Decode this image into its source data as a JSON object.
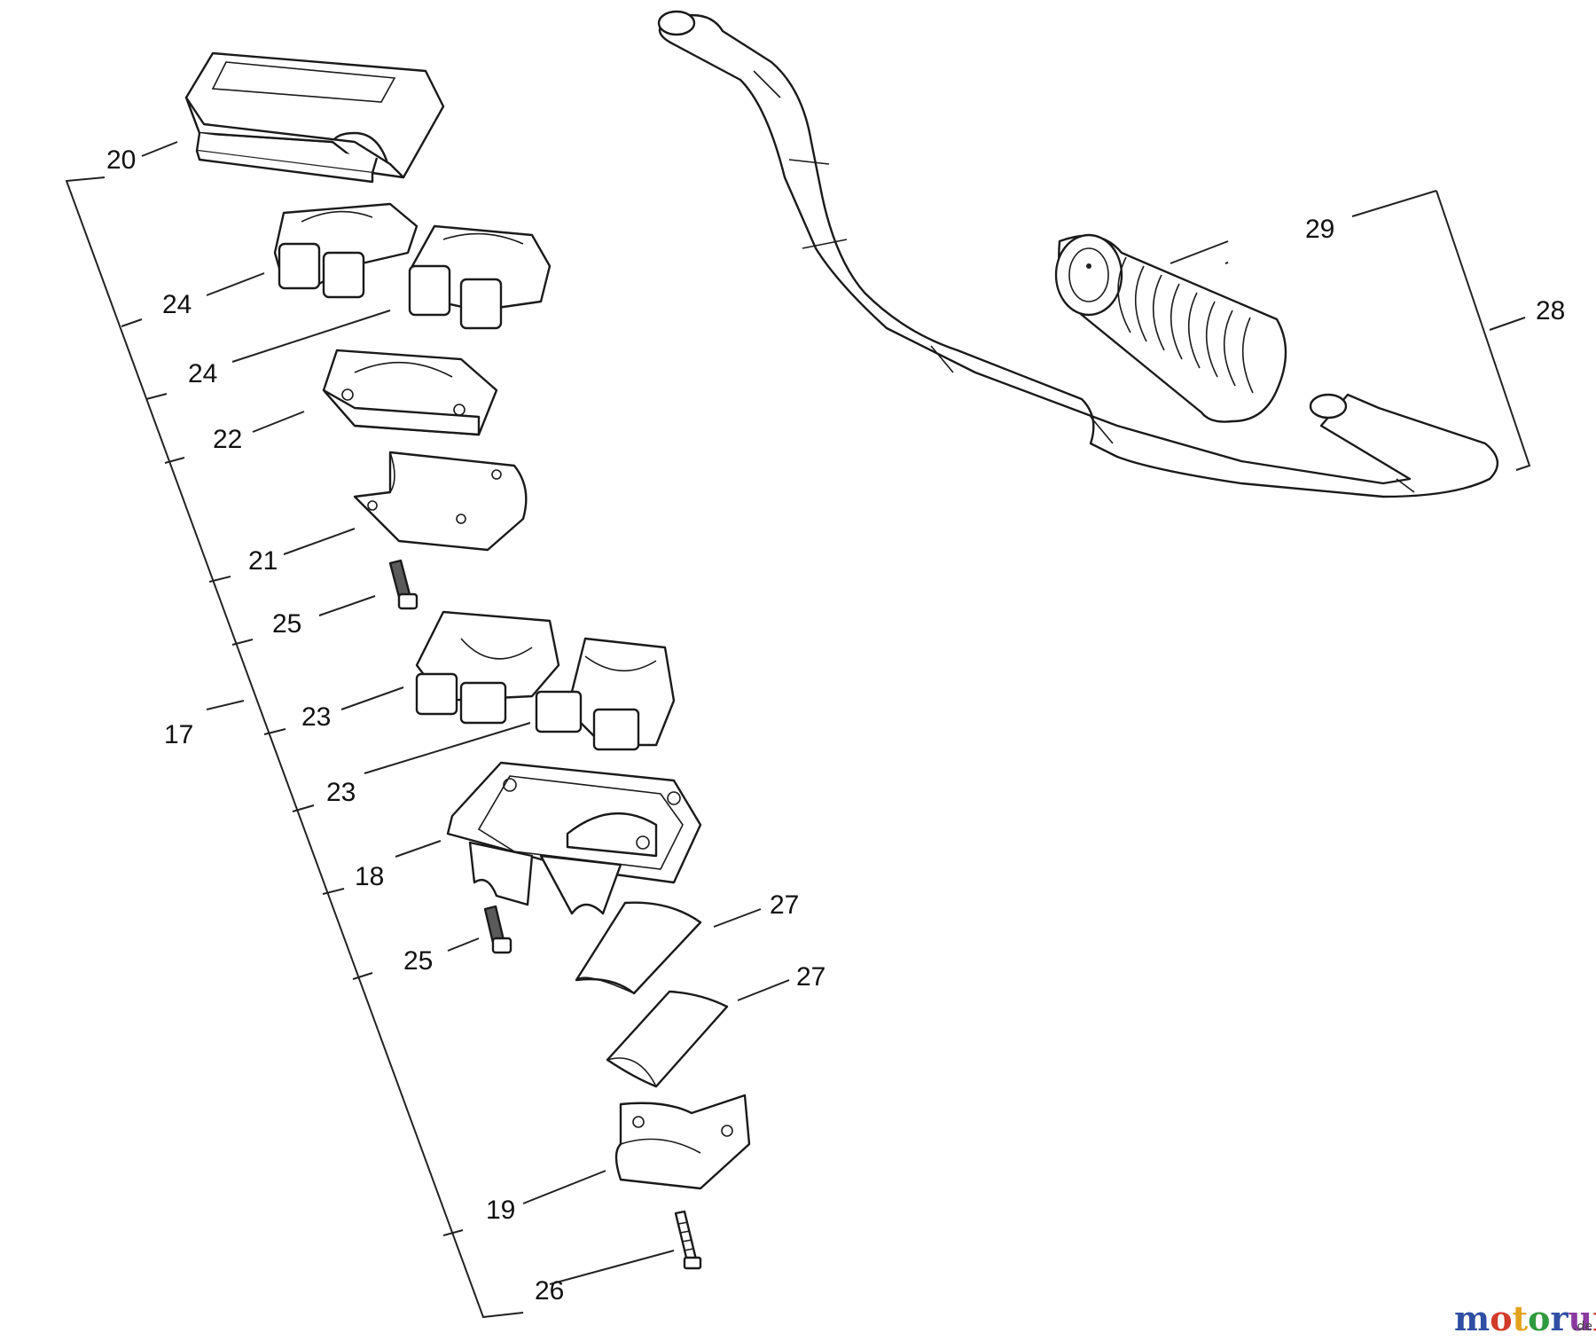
{
  "callouts": {
    "n17": "17",
    "n18": "18",
    "n19": "19",
    "n20": "20",
    "n21": "21",
    "n22": "22",
    "n23a": "23",
    "n23b": "23",
    "n24a": "24",
    "n24b": "24",
    "n25a": "25",
    "n25b": "25",
    "n26": "26",
    "n27a": "27",
    "n27b": "27",
    "n28": "28",
    "n29": "29"
  },
  "watermark": {
    "brand": "motoruf",
    "tld": ".de",
    "colors": [
      "#2f4fa3",
      "#d23a2a",
      "#e2a21b",
      "#2f9a3e",
      "#2f4fa3",
      "#8a3aa0",
      "#d23a2a"
    ]
  }
}
